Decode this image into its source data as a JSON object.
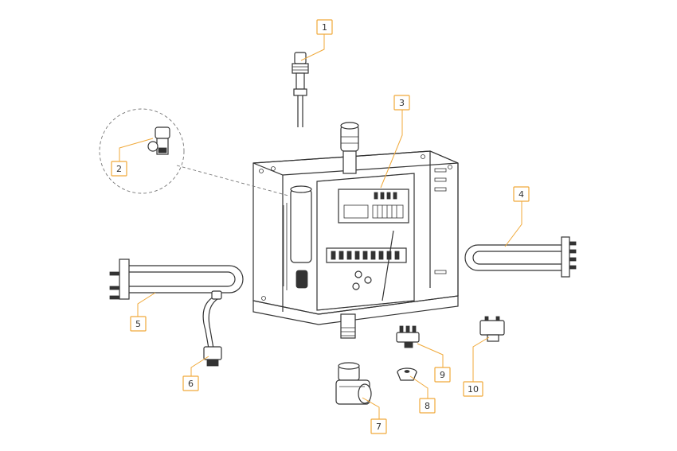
{
  "diagram": {
    "callouts": [
      {
        "id": "callout-1",
        "label": "1"
      },
      {
        "id": "callout-2",
        "label": "2"
      },
      {
        "id": "callout-3",
        "label": "3"
      },
      {
        "id": "callout-4",
        "label": "4"
      },
      {
        "id": "callout-5",
        "label": "5"
      },
      {
        "id": "callout-6",
        "label": "6"
      },
      {
        "id": "callout-7",
        "label": "7"
      },
      {
        "id": "callout-8",
        "label": "8"
      },
      {
        "id": "callout-9",
        "label": "9"
      },
      {
        "id": "callout-10",
        "label": "10"
      }
    ]
  },
  "colors": {
    "callout_accent": "#f0a93a",
    "line_art": "#333333",
    "background": "#ffffff"
  }
}
